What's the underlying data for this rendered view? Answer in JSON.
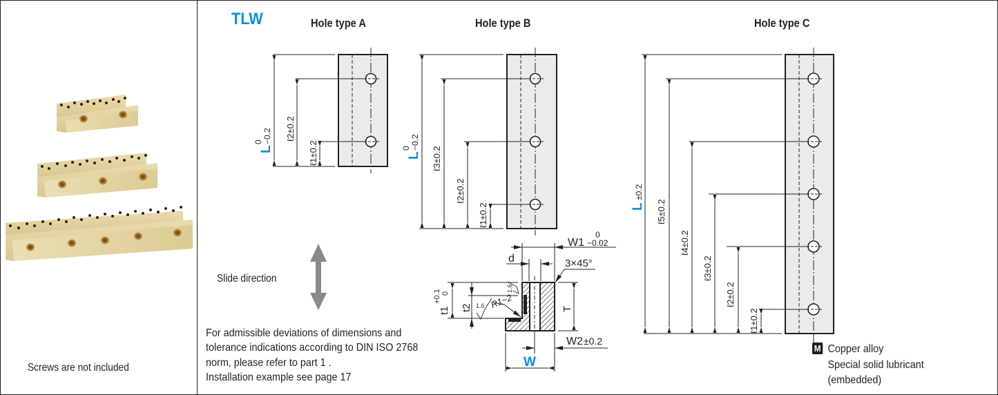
{
  "product": {
    "code": "TLW",
    "brand_color": "#0a8fe0",
    "photo_caption": "Screws are not included",
    "photo_variants": [
      "2 holes",
      "3 holes",
      "5 holes"
    ]
  },
  "hole_types": [
    {
      "title": "Hole type A",
      "L_tol_top": "0",
      "L_tol_bottom": "−0.2",
      "L_label": "L",
      "dims": [
        "ℓ1±0.2",
        "ℓ2±0.2"
      ]
    },
    {
      "title": "Hole type B",
      "L_tol_top": "0",
      "L_tol_bottom": "−0.2",
      "L_label": "L",
      "dims": [
        "ℓ1±0.2",
        "ℓ2±0.2",
        "ℓ3±0.2"
      ]
    },
    {
      "title": "Hole type C",
      "L_label": "L",
      "L_tol": "±0.2",
      "dims": [
        "ℓ1±0.2",
        "ℓ2±0.2",
        "ℓ3±0.2",
        "ℓ4±0.2",
        "ℓ5±0.2"
      ]
    }
  ],
  "cross_section": {
    "W1": "W1",
    "W1_tol_top": "0",
    "W1_tol_bottom": "−0.02",
    "d": "d",
    "chamfer": "3×45°",
    "t1": "t1",
    "t1_tol_top": "+0.1",
    "t1_tol_bottom": "0",
    "t2": "t2",
    "roughness_1": "1.6",
    "roughness_2": "1.6",
    "radius": "R1~2",
    "T": "T",
    "W2": "W2",
    "W2_tol": "±0.2",
    "W": "W"
  },
  "slide": {
    "label": "Slide direction",
    "arrow_color": "#8a8a8a"
  },
  "notes": [
    "For admissible deviations of dimensions and",
    "tolerance indications according to DIN ISO 2768",
    "norm, please refer to part 1 .",
    "Installation example see page 17"
  ],
  "material": {
    "badge": "M",
    "line1": "Copper alloy",
    "line2": "Special solid lubricant",
    "line3": "(embedded)"
  },
  "colors": {
    "part_fill": "#ebebeb",
    "line": "#231f20",
    "brass": "#e6d6a4"
  }
}
